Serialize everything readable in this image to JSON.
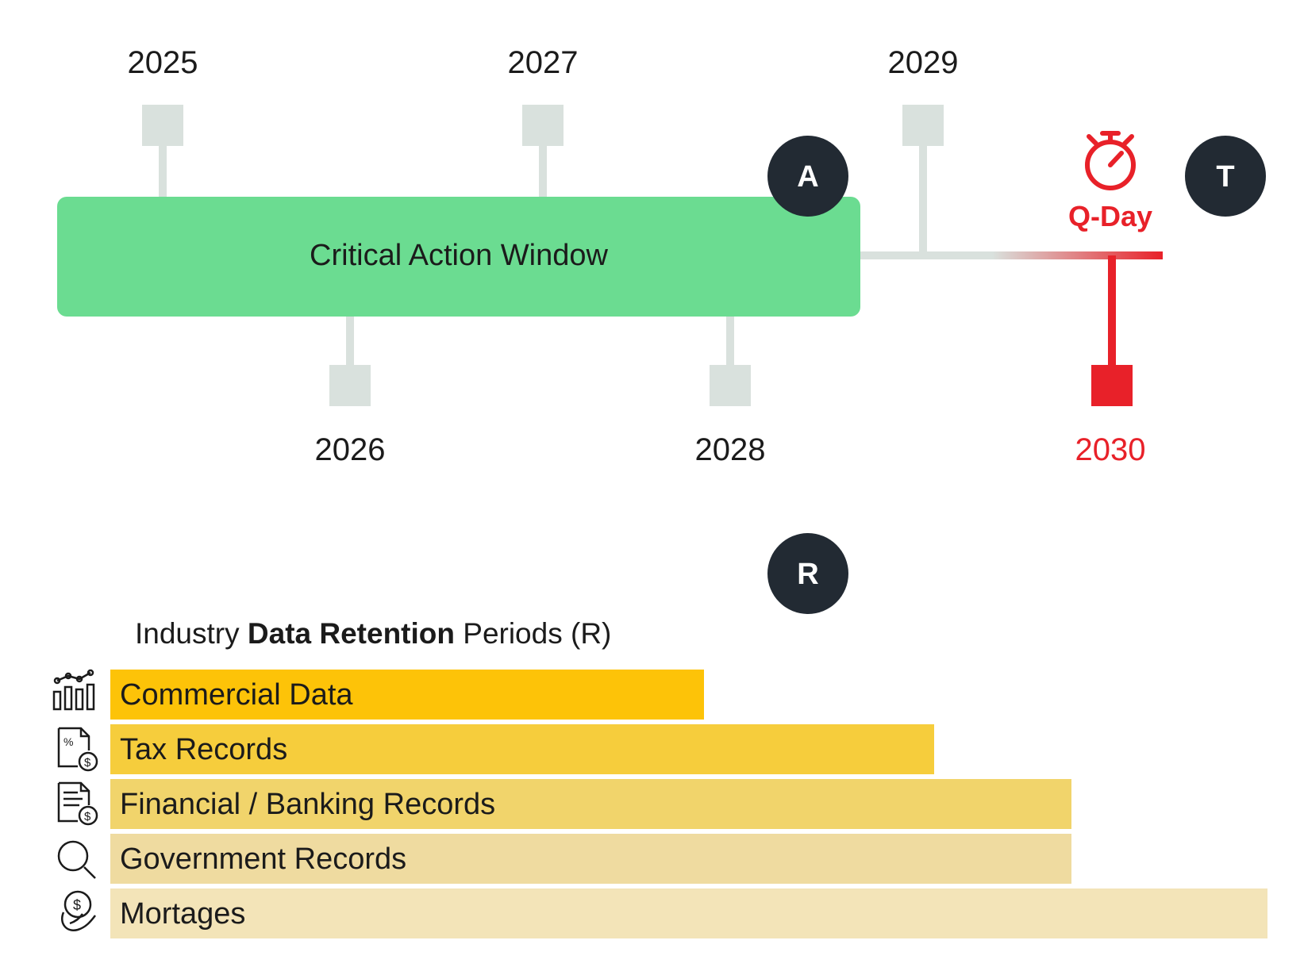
{
  "colors": {
    "window": "#6bdc91",
    "marker": "#d9e1dd",
    "accent": "#e82129",
    "badge": "#222a33",
    "bars": [
      "#fdc308",
      "#f6cd3c",
      "#f1d46b",
      "#efdba0",
      "#f3e4b8"
    ]
  },
  "timeline": {
    "years": [
      {
        "label": "2025",
        "position": "top"
      },
      {
        "label": "2026",
        "position": "bottom"
      },
      {
        "label": "2027",
        "position": "top"
      },
      {
        "label": "2028",
        "position": "bottom"
      },
      {
        "label": "2029",
        "position": "top"
      },
      {
        "label": "2030",
        "position": "bottom",
        "highlight": true
      }
    ],
    "window_label": "Critical Action Window",
    "qday_label": "Q-Day",
    "badge_a": "A",
    "badge_t": "T",
    "badge_r": "R"
  },
  "retention": {
    "title_prefix": "Industry ",
    "title_bold": "Data Retention",
    "title_suffix": " Periods (R)",
    "items": [
      {
        "label": "Commercial Data",
        "icon": "bar-chart-icon"
      },
      {
        "label": "Tax Records",
        "icon": "tax-document-icon"
      },
      {
        "label": "Financial / Banking Records",
        "icon": "financial-document-icon"
      },
      {
        "label": "Government Records",
        "icon": "magnifier-icon"
      },
      {
        "label": "Mortages",
        "icon": "money-hand-icon"
      }
    ]
  }
}
